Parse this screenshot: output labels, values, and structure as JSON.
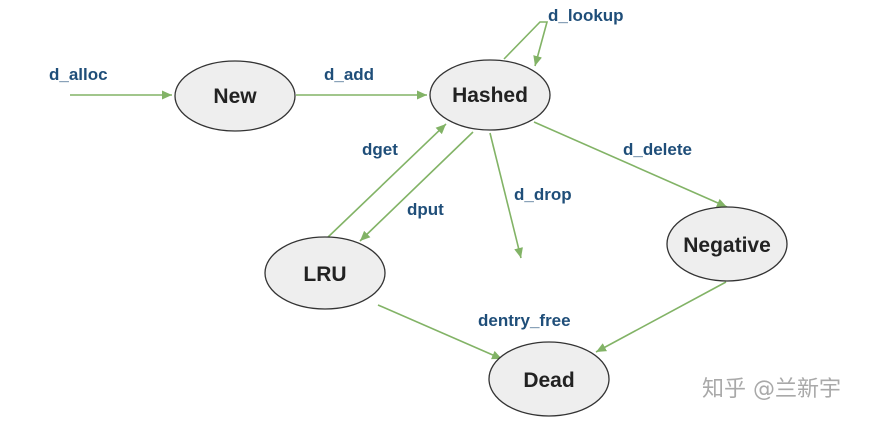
{
  "nodes": {
    "new": {
      "label": "New"
    },
    "hashed": {
      "label": "Hashed"
    },
    "lru": {
      "label": "LRU"
    },
    "negative": {
      "label": "Negative"
    },
    "dead": {
      "label": "Dead"
    }
  },
  "edges": {
    "d_alloc": {
      "label": "d_alloc",
      "from": "",
      "to": "New"
    },
    "d_add": {
      "label": "d_add",
      "from": "New",
      "to": "Hashed"
    },
    "d_lookup": {
      "label": "d_lookup",
      "from": "Hashed",
      "to": "Hashed"
    },
    "dget": {
      "label": "dget",
      "from": "LRU",
      "to": "Hashed"
    },
    "dput": {
      "label": "dput",
      "from": "Hashed",
      "to": "LRU"
    },
    "d_drop": {
      "label": "d_drop",
      "from": "Hashed",
      "to": ""
    },
    "d_delete": {
      "label": "d_delete",
      "from": "Hashed",
      "to": "Negative"
    },
    "dentry_free": {
      "label": "dentry_free",
      "from": "LRU, Negative",
      "to": "Dead"
    }
  },
  "colors": {
    "edge": "#82b366",
    "edge_label": "#1f4e79",
    "node_fill": "#eeeeee",
    "node_stroke": "#333333"
  },
  "watermark": {
    "text": "知乎 @兰新宇"
  }
}
